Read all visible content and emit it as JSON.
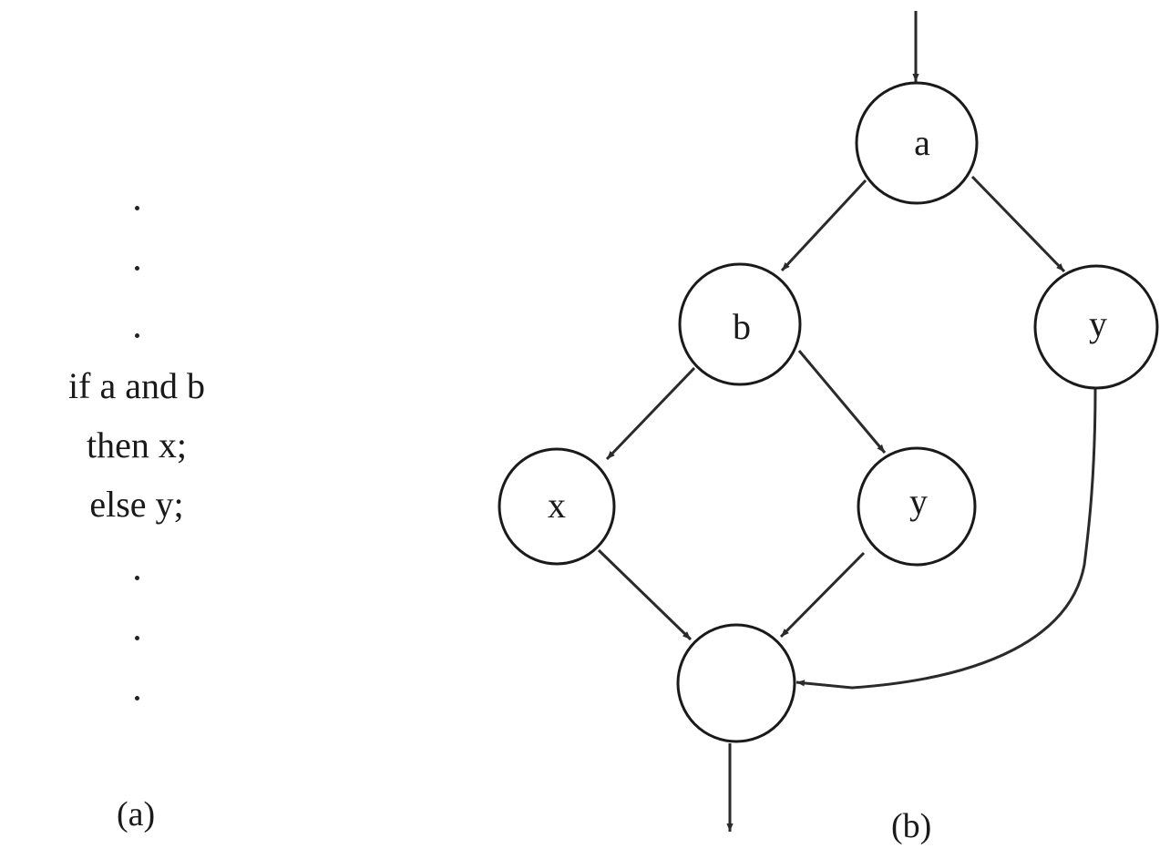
{
  "panel_a": {
    "code_lines": [
      "if a and b",
      "then x;",
      "else y;"
    ],
    "ellipsis": ".",
    "caption": "(a)"
  },
  "panel_b": {
    "caption": "(b)",
    "nodes": [
      {
        "id": "a",
        "label": "a"
      },
      {
        "id": "b",
        "label": "b"
      },
      {
        "id": "y1",
        "label": "y"
      },
      {
        "id": "x",
        "label": "x"
      },
      {
        "id": "y2",
        "label": "y"
      },
      {
        "id": "join",
        "label": ""
      }
    ],
    "edges": [
      {
        "from": "entry",
        "to": "a"
      },
      {
        "from": "a",
        "to": "b"
      },
      {
        "from": "a",
        "to": "y1"
      },
      {
        "from": "b",
        "to": "x"
      },
      {
        "from": "b",
        "to": "y2"
      },
      {
        "from": "x",
        "to": "join"
      },
      {
        "from": "y2",
        "to": "join"
      },
      {
        "from": "y1",
        "to": "join"
      },
      {
        "from": "join",
        "to": "exit"
      }
    ]
  },
  "colors": {
    "stroke": "#1a1a1a",
    "background": "#ffffff"
  }
}
